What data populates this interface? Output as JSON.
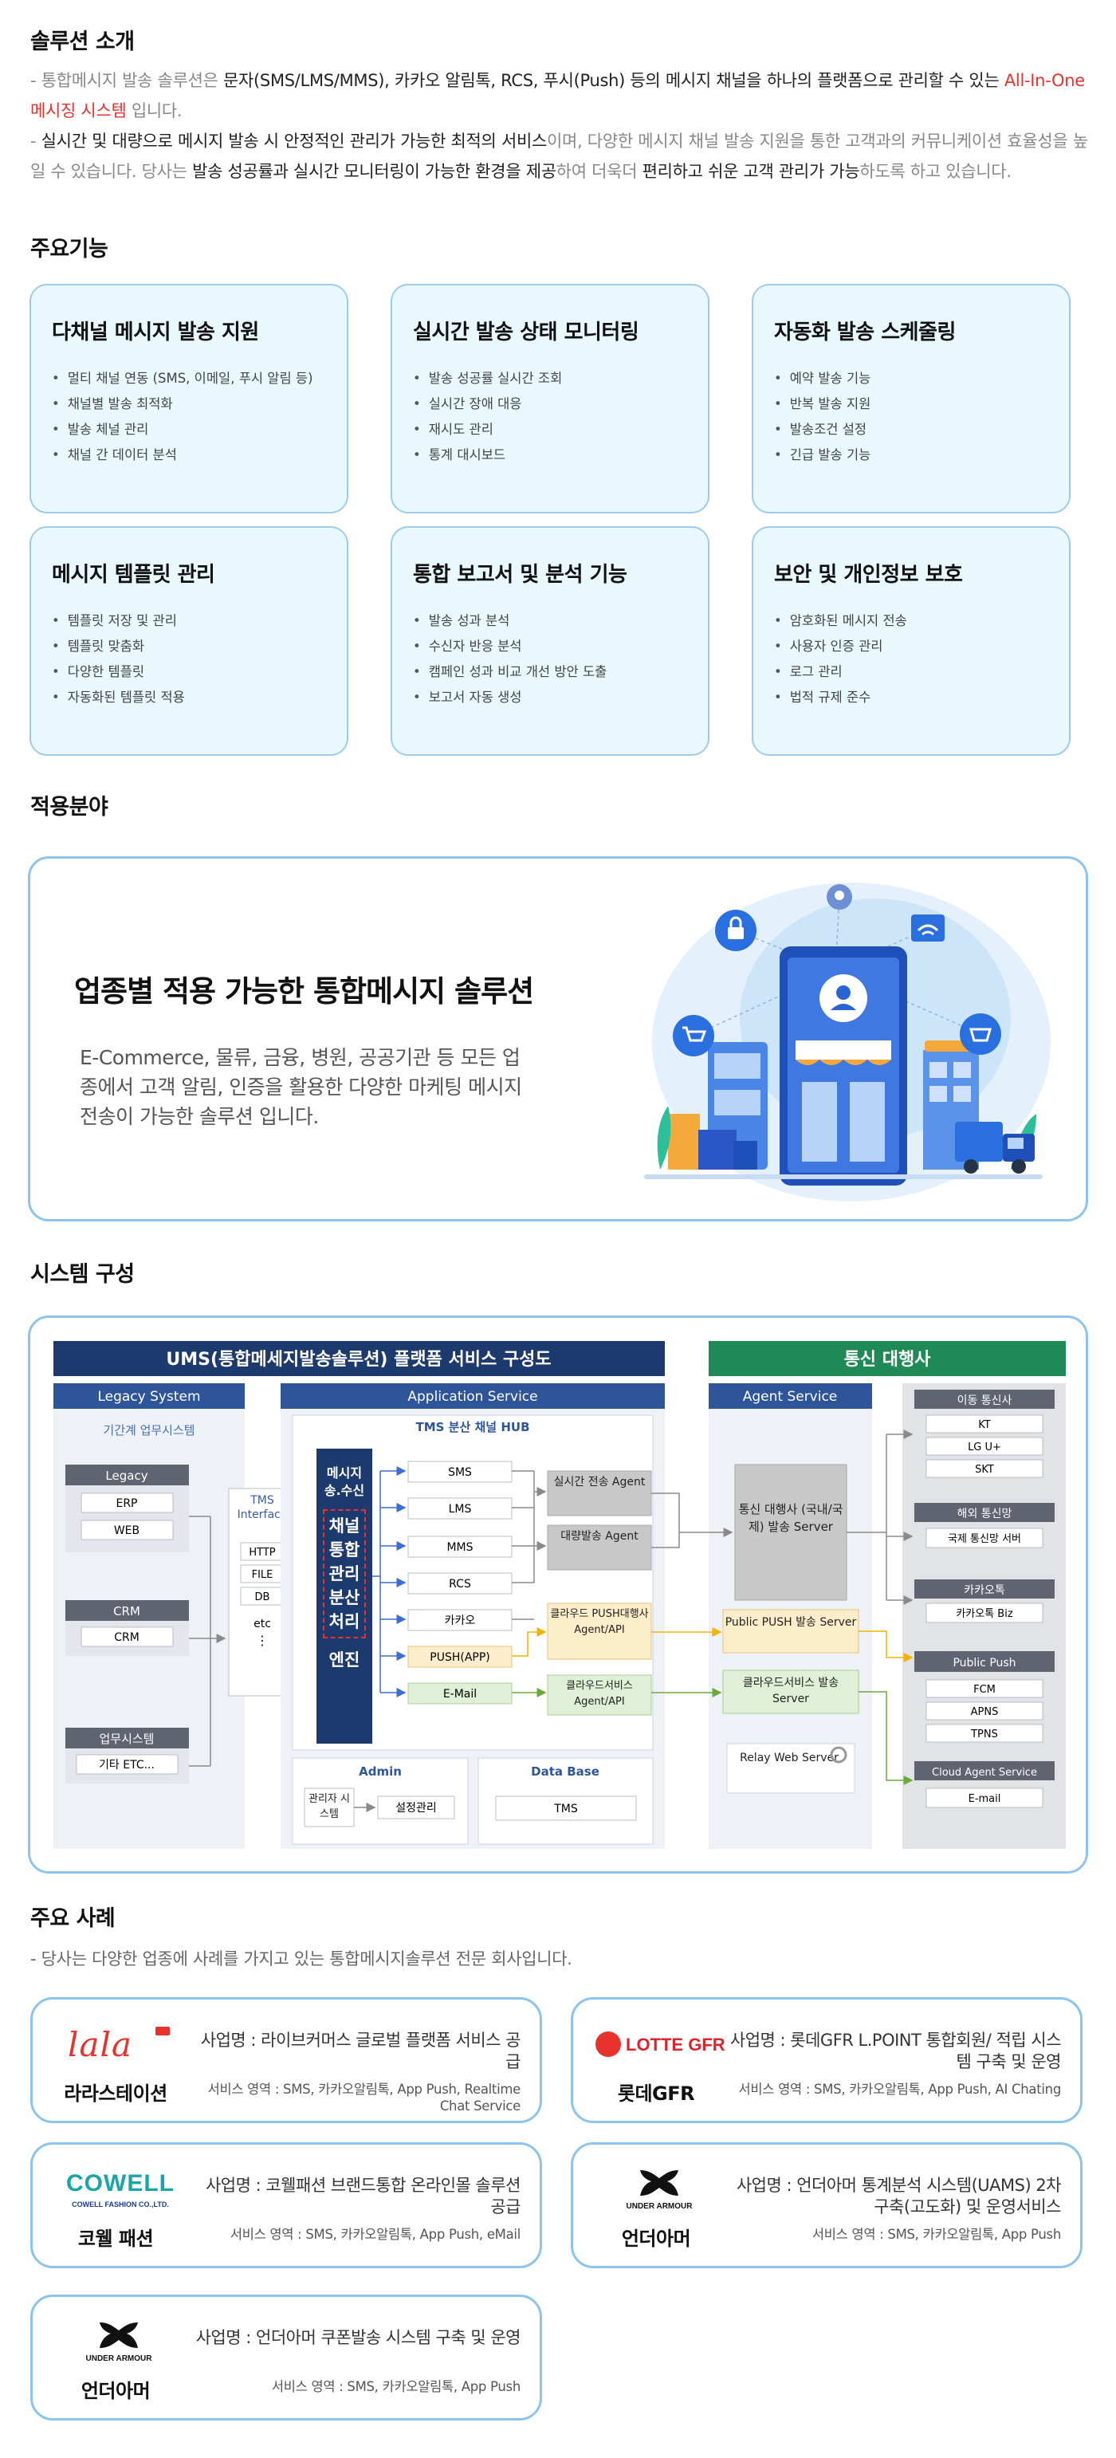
{
  "intro": {
    "title": "솔루션 소개",
    "line1_a": "- 통합메시지 발송 솔루션은 ",
    "line1_b": "문자(SMS/LMS/MMS), 카카오 알림톡, RCS, 푸시(Push) 등의 메시지 채널을 하나의 플랫폼으로 관리할 수 있는 ",
    "line1_c": "All-In-One 메시징 시스템",
    "line1_d": " 입니다.",
    "line2_a": "- ",
    "line2_b": "실시간 및 대량으로 메시지 발송 시 안정적인 관리가 가능한 최적의 서비스",
    "line2_c": "이며, 다양한 메시지 채널 발송 지원을 통한 고객과의 커뮤니케이션 효율성을 높일 수 있습니다. 당사는 ",
    "line2_d": "발송 성공률과 실시간 모니터링이 가능한 환경을 제공",
    "line2_e": "하여 더욱더 ",
    "line2_f": "편리하고 쉬운 고객 관리가 가능",
    "line2_g": "하도록 하고 있습니다."
  },
  "features": {
    "title": "주요기능",
    "cards": [
      {
        "title": "다채널 메시지 발송 지원",
        "items": [
          "멀티 채널 연동 (SMS, 이메일, 푸시 알림 등)",
          "채널별 발송 최적화",
          "발송 체널 관리",
          "채널 간 데이터 분석"
        ]
      },
      {
        "title": "실시간 발송 상태 모니터링",
        "items": [
          "발송 성공률 실시간 조회",
          "실시간 장애 대응",
          "재시도 관리",
          "통계 대시보드"
        ]
      },
      {
        "title": "자동화 발송 스케줄링",
        "items": [
          "예약 발송 기능",
          "반복 발송 지원",
          "발송조건 설정",
          "긴급 발송 기능"
        ]
      },
      {
        "title": "메시지 템플릿 관리",
        "items": [
          "템플릿 저장 및 관리",
          "템플릿 맞춤화",
          "다양한 템플릿",
          "자동화된 템플릿 적용"
        ]
      },
      {
        "title": "통합 보고서 및 분석 기능",
        "items": [
          "발송 성과 분석",
          "수신자 반응 분석",
          "캠페인 성과 비교 개선 방안 도출",
          "보고서 자동 생성"
        ]
      },
      {
        "title": "보안 및 개인정보 보호",
        "items": [
          "암호화된 메시지 전송",
          "사용자 인증 관리",
          "로그 관리",
          "법적 규제 준수"
        ]
      }
    ]
  },
  "apply": {
    "title": "적용분야",
    "heading": "업종별 적용 가능한 통합메시지 솔루션",
    "desc": "E-Commerce, 물류, 금융, 병원, 공공기관 등 모든 업종에서 고객 알림, 인증을 활용한 다양한 마케팅 메시지 전송이 가능한 솔루션 입니다."
  },
  "system": {
    "title": "시스템 구성",
    "main_header": "UMS(통합메세지발송솔루션) 플랫폼 서비스 구성도",
    "carrier_header": "통신 대행사",
    "legacy_header": "Legacy System",
    "legacy_sub": "기간계 업무시스템",
    "legacy_groups": [
      {
        "label": "Legacy",
        "items": [
          "ERP",
          "WEB"
        ]
      },
      {
        "label": "CRM",
        "items": [
          "CRM"
        ]
      },
      {
        "label": "업무시스템",
        "items": [
          "기타 ETC..."
        ]
      }
    ],
    "tms_interface": "TMS Interface",
    "tms_items": [
      "HTTP",
      "FILE",
      "DB",
      "etc",
      "⋮"
    ],
    "app_header": "Application Service",
    "hub_title": "TMS 분산 채널 HUB",
    "engine_top": "메시지 송.수신",
    "engine_mid": "채널 통합 관리 분산 처리",
    "engine_bottom": "엔진",
    "channels": [
      "SMS",
      "LMS",
      "MMS",
      "RCS",
      "카카오",
      "PUSH(APP)",
      "E-Mail"
    ],
    "agents": [
      "실시간 전송 Agent",
      "대량발송 Agent",
      "클라우드 PUSH대행사 Agent/API",
      "클라우드서비스 Agent/API"
    ],
    "admin_title": "Admin",
    "admin_items": [
      "관리자 시스템",
      "설정관리"
    ],
    "db_title": "Data Base",
    "db_item": "TMS",
    "agent_header": "Agent Service",
    "agent_items": [
      "통신 대행사 (국내/국제) 발송 Server",
      "Public PUSH 발송 Server",
      "클라우드서비스 발송 Server",
      "Relay Web Server"
    ],
    "carriers": [
      {
        "label": "이동 통신사",
        "items": [
          "KT",
          "LG U+",
          "SKT"
        ]
      },
      {
        "label": "해외 통신망",
        "items": [
          "국제 통신망 서버"
        ]
      },
      {
        "label": "카카오톡",
        "items": [
          "카카오톡 Biz"
        ]
      },
      {
        "label": "Public Push",
        "items": [
          "FCM",
          "APNS",
          "TPNS"
        ]
      },
      {
        "label": "Cloud Agent Service",
        "items": [
          "E-mail"
        ]
      }
    ]
  },
  "cases": {
    "title": "주요 사례",
    "intro": "- 당사는 다양한 업종에 사례를 가지고 있는 통합메시지솔루션 전문 회사입니다.",
    "items": [
      {
        "logo": "lala",
        "company": "라라스테이션",
        "project": "사업명 : 라이브커머스 글로벌 플랫폼 서비스 공급",
        "service": "서비스 영역 : SMS, 카카오알림톡, App Push, Realtime Chat Service"
      },
      {
        "logo": "LOTTE GFR",
        "company": "롯데GFR",
        "project": "사업명 : 롯데GFR L.POINT 통합회원/ 적립 시스템 구축 및 운영",
        "service": "서비스 영역 : SMS, 카카오알림톡, App Push, AI Chating"
      },
      {
        "logo": "COWELL",
        "logo_sub": "COWELL FASHION CO.,LTD.",
        "company": "코웰 패션",
        "project": "사업명 : 코웰패션 브랜드통합 온라인몰 솔루션 공급",
        "service": "서비스 영역 : SMS, 카카오알림톡, App Push, eMail"
      },
      {
        "logo": "UNDER ARMOUR",
        "company": "언더아머",
        "project": "사업명 : 언더아머 통계분석 시스템(UAMS) 2차 구축(고도화) 및 운영서비스",
        "service": "서비스 영역 : SMS, 카카오알림톡, App Push"
      },
      {
        "logo": "UNDER ARMOUR",
        "company": "언더아머",
        "project": "사업명 : 언더아머 쿠폰발송 시스템 구축 및 운영",
        "service": "서비스 영역 : SMS, 카카오알림톡, App Push"
      }
    ]
  },
  "colors": {
    "accent_border": "#8cc4ee",
    "card_bg": "#e9f8fd",
    "navy": "#1d3a6e",
    "green": "#1f8a55",
    "red": "#e8322d"
  }
}
